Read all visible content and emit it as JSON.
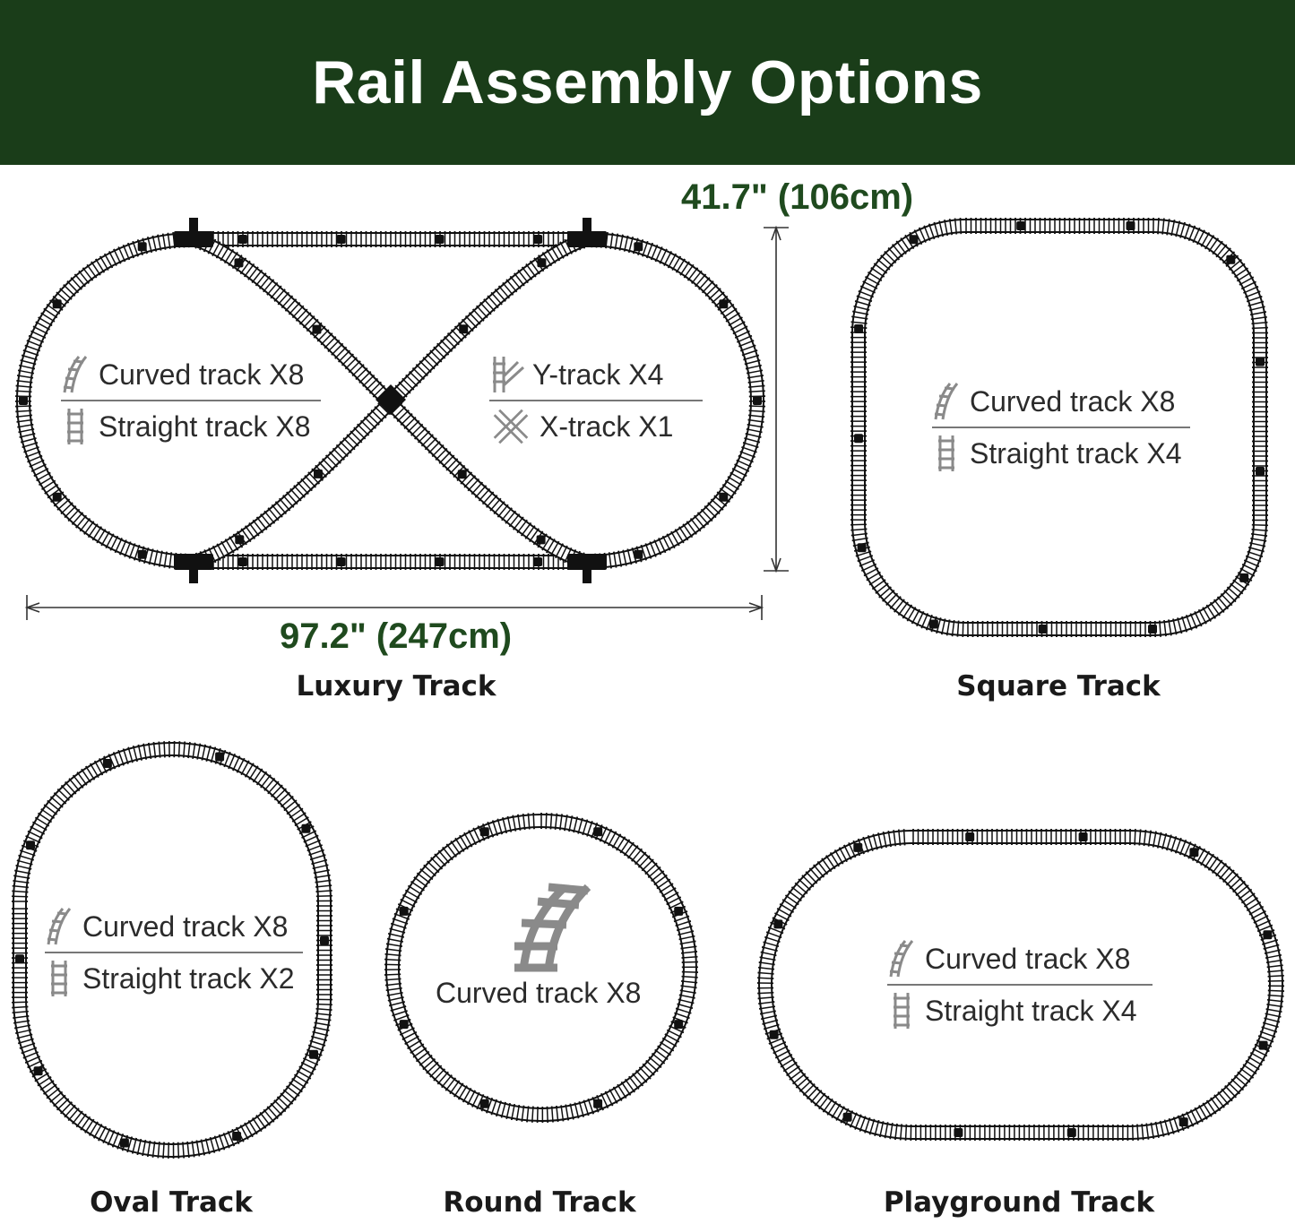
{
  "header": {
    "title": "Rail Assembly Options",
    "bg_color": "#1a3d19"
  },
  "colors": {
    "track": "#111111",
    "icon": "#8a8a8a",
    "dimension_text": "#1f4a1e"
  },
  "luxury": {
    "caption": "Luxury Track",
    "width_label": "97.2\" (247cm)",
    "height_label": "41.7\" (106cm)",
    "legend_left": {
      "line1": "Curved track X8",
      "line2": "Straight track X8",
      "icon1": "curved-track-icon",
      "icon2": "straight-track-icon"
    },
    "legend_right": {
      "line1": "Y-track X4",
      "line2": "X-track X1",
      "icon1": "y-track-icon",
      "icon2": "x-track-icon"
    }
  },
  "square": {
    "caption": "Square Track",
    "line1": "Curved track X8",
    "line2": "Straight track X4"
  },
  "oval": {
    "caption": "Oval Track",
    "line1": "Curved track X8",
    "line2": "Straight track X2"
  },
  "round": {
    "caption": "Round Track",
    "line1": "Curved track X8"
  },
  "playground": {
    "caption": "Playground Track",
    "line1": "Curved track X8",
    "line2": "Straight track X4"
  }
}
